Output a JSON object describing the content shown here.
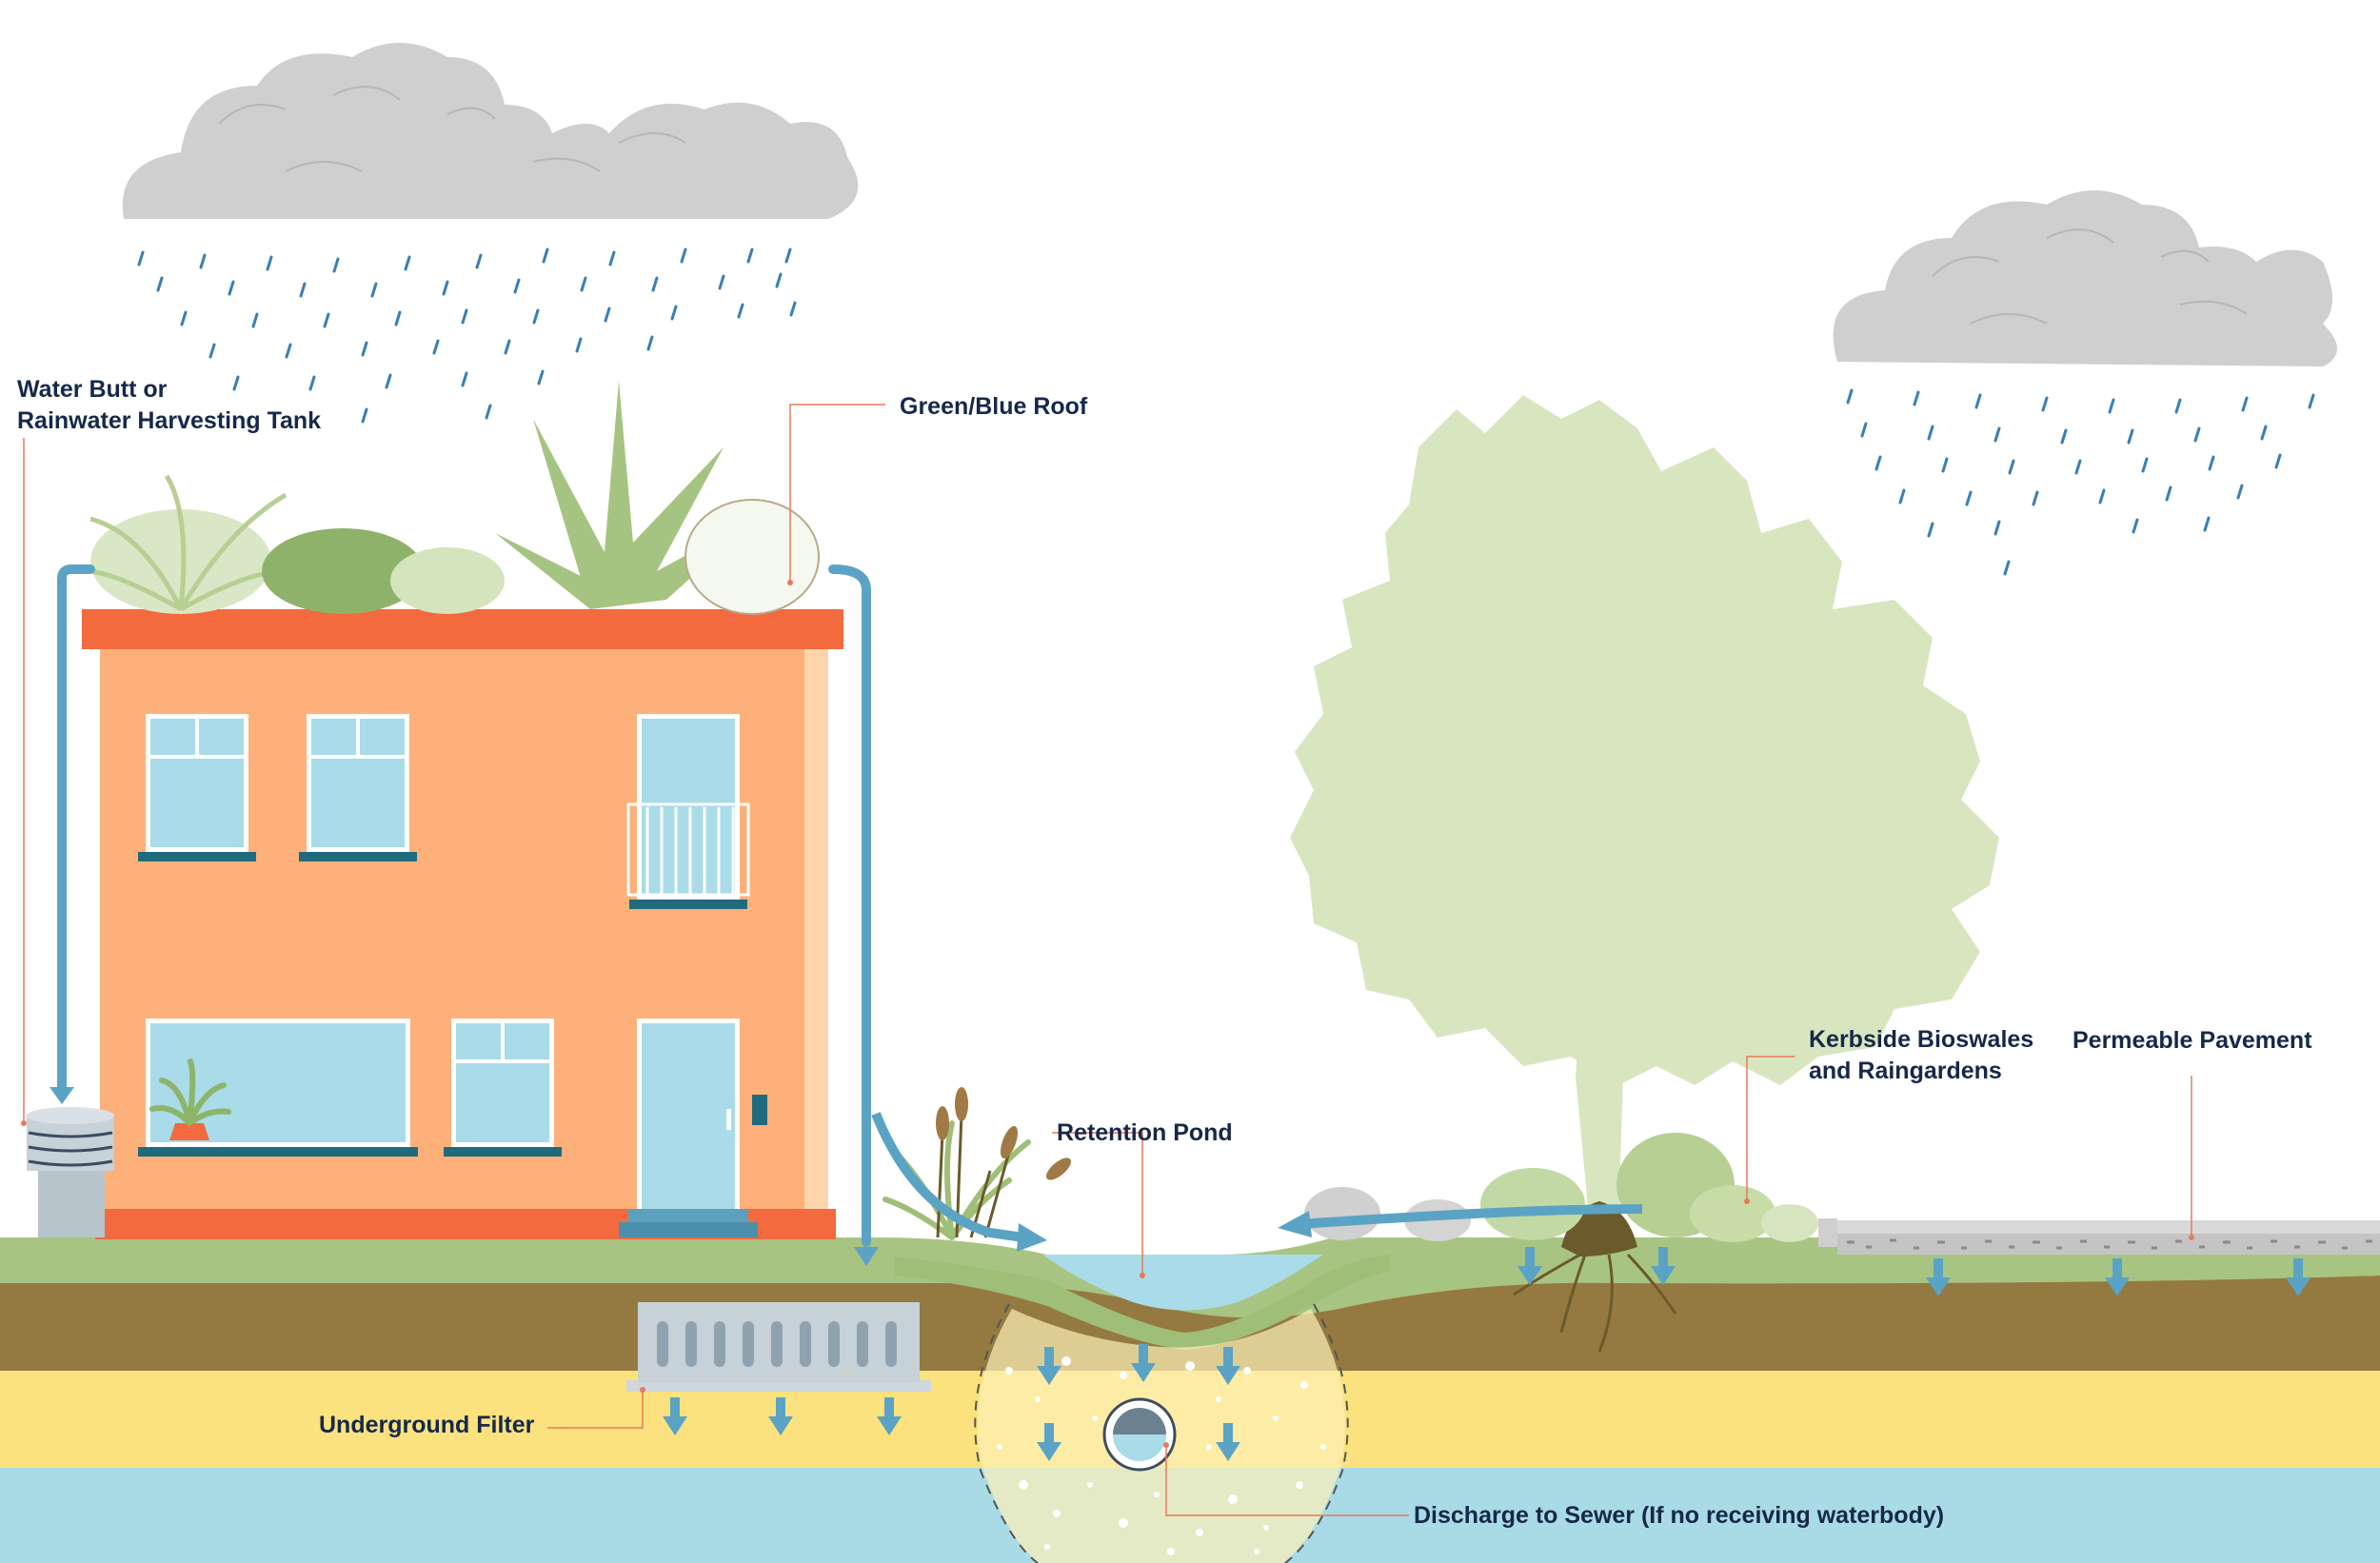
{
  "labels": {
    "water_butt_line1": "Water Butt or",
    "water_butt_line2": "Rainwater Harvesting Tank",
    "green_blue_roof": "Green/Blue Roof",
    "retention_pond": "Retention Pond",
    "kerbside_line1": "Kerbside Bioswales",
    "kerbside_line2": "and Raingardens",
    "permeable_pavement": "Permeable Pavement",
    "underground_filter": "Underground Filter",
    "discharge_to_sewer": "Discharge to Sewer (If no receiving waterbody)"
  },
  "colors": {
    "text": "#16284a",
    "leader": "#e8795a",
    "cloud": "#cfcfcf",
    "rain": "#3a7fb5",
    "house_wall": "#fdb07a",
    "roof_trim": "#f26a3d",
    "window_glass": "#a9dbe8",
    "window_frame": "#ffffff",
    "sill": "#1f6b7d",
    "flow_arrow": "#5aa3c4",
    "grass": "#a8c482",
    "topsoil": "#947a40",
    "sand": "#fbe27e",
    "groundwater": "#a9dbe7",
    "tree": "#d8e6c0",
    "pavement": "#d9d9d9"
  }
}
